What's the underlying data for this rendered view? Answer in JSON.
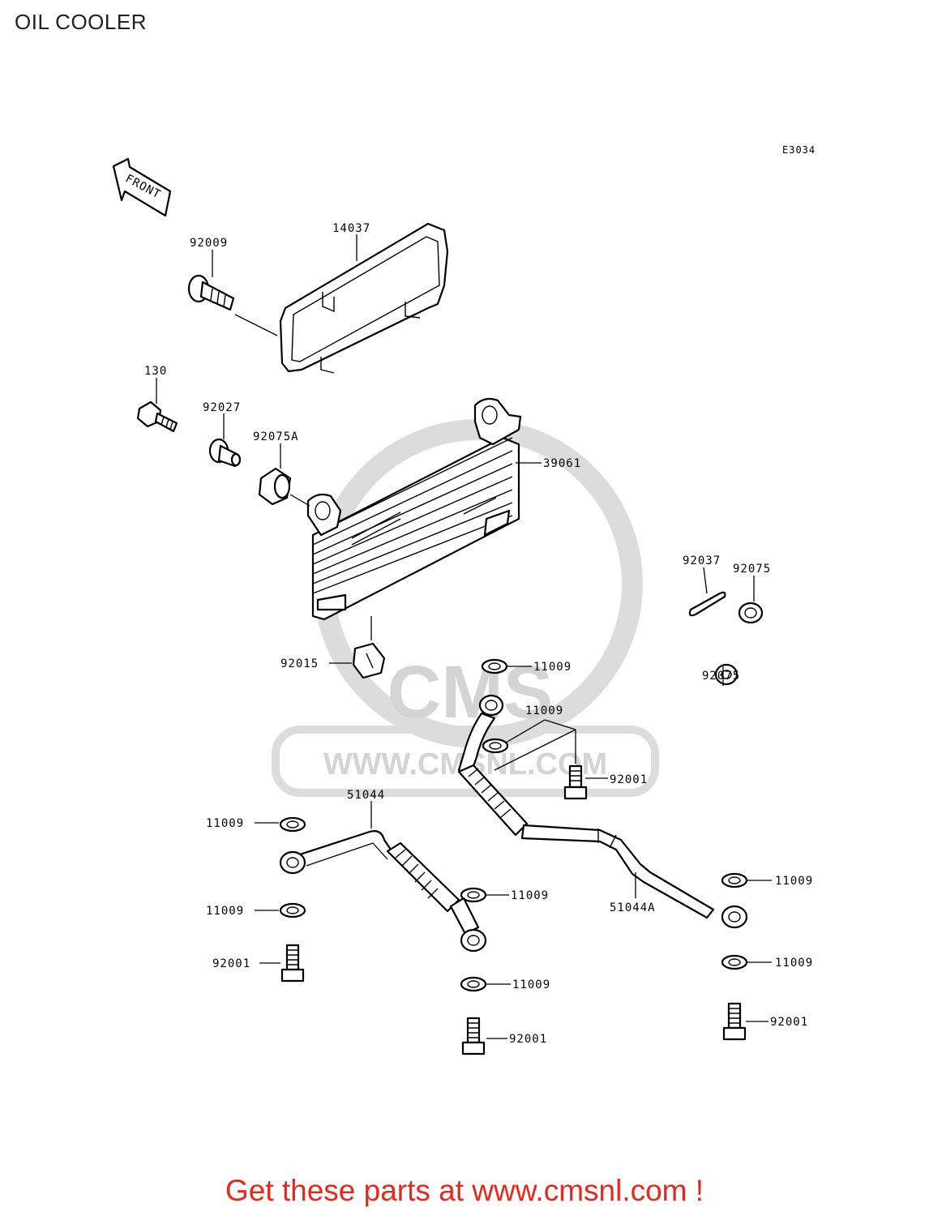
{
  "title": "OIL COOLER",
  "diagram_code": "E3034",
  "front_label": "FRONT",
  "watermark": {
    "logo_text": "CMS",
    "url_text": "WWW.CMSNL.COM"
  },
  "footer_text": "Get these parts at www.cmsnl.com !",
  "colors": {
    "footer": "#e8281c",
    "watermark": "#d4d4d4",
    "line": "#000000"
  },
  "parts": [
    {
      "id": "p-14037",
      "number": "14037",
      "name": "cover-bracket"
    },
    {
      "id": "p-92009",
      "number": "92009",
      "name": "bolt"
    },
    {
      "id": "p-130",
      "number": "130",
      "name": "flange-bolt"
    },
    {
      "id": "p-92027",
      "number": "92027",
      "name": "collar"
    },
    {
      "id": "p-92075A",
      "number": "92075A",
      "name": "grommet"
    },
    {
      "id": "p-39061",
      "number": "39061",
      "name": "oil-cooler"
    },
    {
      "id": "p-92037",
      "number": "92037",
      "name": "clamp"
    },
    {
      "id": "p-92075a",
      "number": "92075",
      "name": "grommet-upper"
    },
    {
      "id": "p-92075b",
      "number": "92075",
      "name": "grommet-lower"
    },
    {
      "id": "p-92015",
      "number": "92015",
      "name": "nut"
    },
    {
      "id": "p-11009-1",
      "number": "11009",
      "name": "gasket"
    },
    {
      "id": "p-11009-2",
      "number": "11009",
      "name": "gasket"
    },
    {
      "id": "p-92001-1",
      "number": "92001",
      "name": "banjo-bolt"
    },
    {
      "id": "p-51044",
      "number": "51044",
      "name": "oil-hose"
    },
    {
      "id": "p-11009-3",
      "number": "11009",
      "name": "gasket"
    },
    {
      "id": "p-11009-4",
      "number": "11009",
      "name": "gasket"
    },
    {
      "id": "p-11009-5",
      "number": "11009",
      "name": "gasket"
    },
    {
      "id": "p-51044A",
      "number": "51044A",
      "name": "oil-hose-a"
    },
    {
      "id": "p-11009-6",
      "number": "11009",
      "name": "gasket"
    },
    {
      "id": "p-92001-2",
      "number": "92001",
      "name": "banjo-bolt"
    },
    {
      "id": "p-11009-7",
      "number": "11009",
      "name": "gasket"
    },
    {
      "id": "p-11009-8",
      "number": "11009",
      "name": "gasket"
    },
    {
      "id": "p-92001-3",
      "number": "92001",
      "name": "banjo-bolt"
    },
    {
      "id": "p-92001-4",
      "number": "92001",
      "name": "banjo-bolt"
    }
  ]
}
